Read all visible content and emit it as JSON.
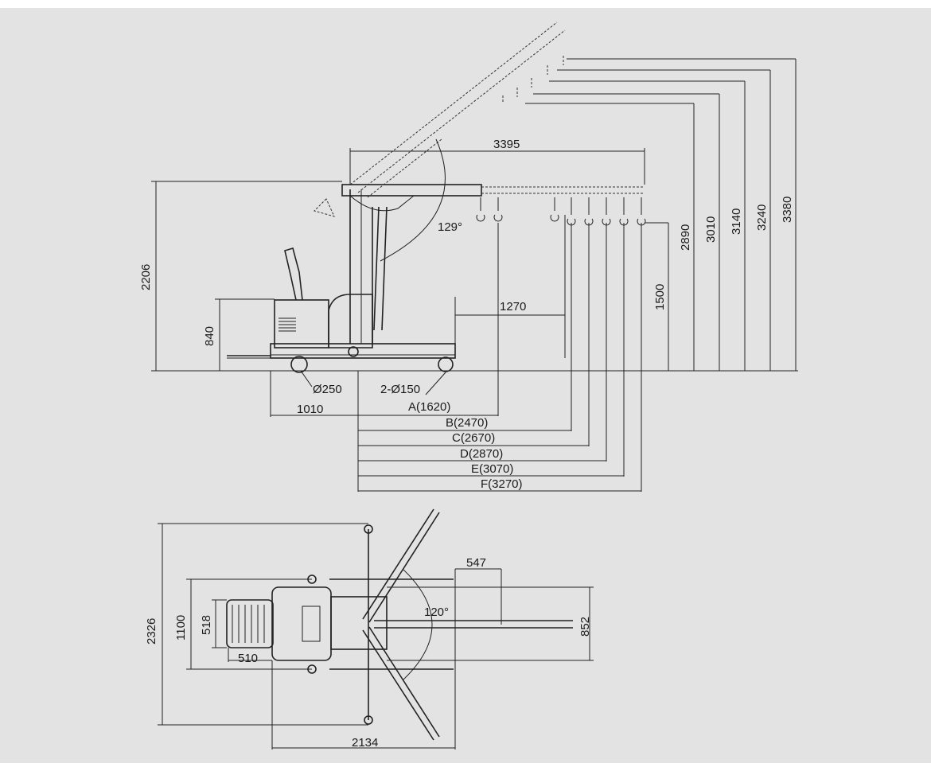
{
  "side_view": {
    "width_3395": "3395",
    "height_2206": "2206",
    "height_840": "840",
    "reach_1270": "1270",
    "height_1500": "1500",
    "height_2890": "2890",
    "height_3010": "3010",
    "height_3140": "3140",
    "height_3240": "3240",
    "height_3380": "3380",
    "angle_129": "129°",
    "wheel_250": "Ø250",
    "wheel_150": "2-Ø150",
    "length_1010": "1010",
    "dim_a": "A(1620)",
    "dim_b": "B(2470)",
    "dim_c": "C(2670)",
    "dim_d": "D(2870)",
    "dim_e": "E(3070)",
    "dim_f": "F(3270)"
  },
  "top_view": {
    "width_2326": "2326",
    "width_1100": "1100",
    "width_518": "518",
    "length_510": "510",
    "length_547": "547",
    "angle_120": "120°",
    "width_852": "852",
    "length_2134": "2134"
  }
}
